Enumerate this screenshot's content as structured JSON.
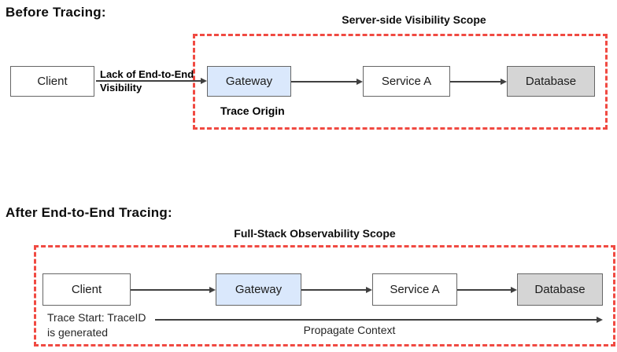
{
  "colors": {
    "scope_border_red": "#f04a42",
    "gateway_fill_blue": "#dae8fc",
    "database_fill_gray": "#d5d5d5",
    "node_border_gray": "#666666",
    "arrow_gray": "#404040"
  },
  "before": {
    "title": "Before Tracing:",
    "scope_title": "Server-side Visibility Scope",
    "nodes": [
      {
        "label": "Client",
        "fill": "white"
      },
      {
        "label": "Gateway",
        "fill": "blue"
      },
      {
        "label": "Service A",
        "fill": "white"
      },
      {
        "label": "Database",
        "fill": "gray"
      }
    ],
    "edge_label": "Lack of End-to-End\nVisibility",
    "gateway_note": "Trace Origin"
  },
  "after": {
    "title": "After End-to-End Tracing:",
    "scope_title": "Full-Stack Observability Scope",
    "nodes": [
      {
        "label": "Client",
        "fill": "white"
      },
      {
        "label": "Gateway",
        "fill": "blue"
      },
      {
        "label": "Service A",
        "fill": "white"
      },
      {
        "label": "Database",
        "fill": "gray"
      }
    ],
    "client_note": "Trace Start: TraceID\nis generated",
    "propagate_label": "Propagate Context"
  }
}
